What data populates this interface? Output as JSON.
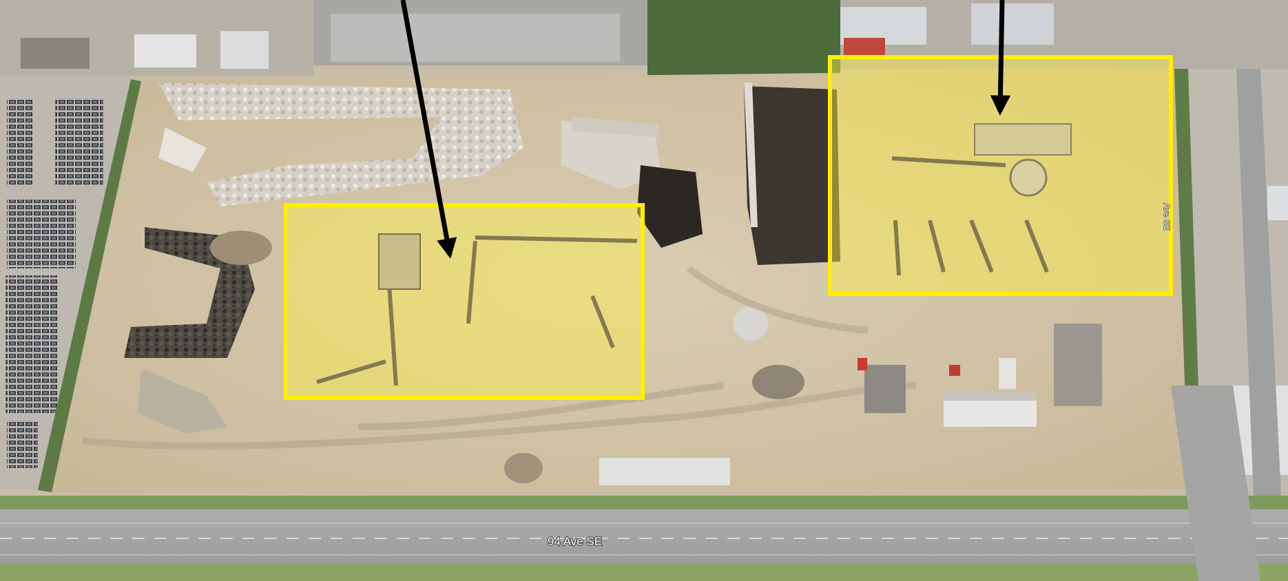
{
  "map": {
    "view": "aerial",
    "road_labels": [
      {
        "id": "main",
        "text": "94 Ave SE"
      },
      {
        "id": "side",
        "text": "Ave SE"
      }
    ],
    "highlight_color": "#ffee00",
    "arrow_color": "#000000",
    "highlights": [
      {
        "id": "crushing-plant",
        "marker": "arrow"
      },
      {
        "id": "processing-plant",
        "marker": "arrow"
      }
    ]
  }
}
